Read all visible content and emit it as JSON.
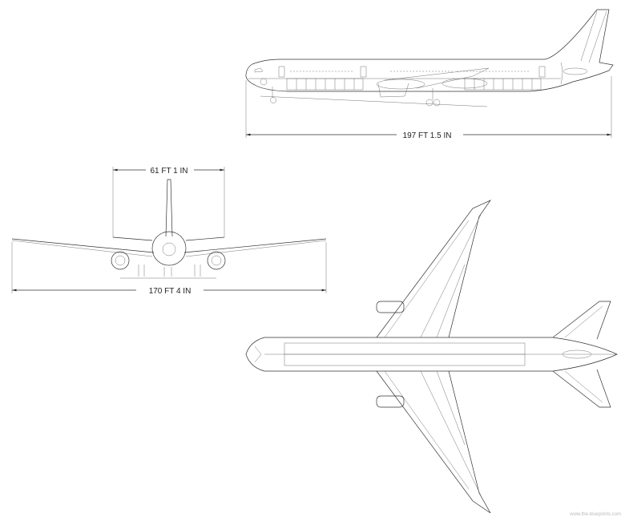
{
  "dimensions": {
    "length": "197 FT 1.5 IN",
    "height": "61 FT 1 IN",
    "wingspan": "170 FT 4 IN"
  },
  "views": [
    "side",
    "front",
    "top"
  ],
  "watermark": "www.the-blueprints.com",
  "colors": {
    "line": "#333333",
    "background": "#ffffff"
  }
}
